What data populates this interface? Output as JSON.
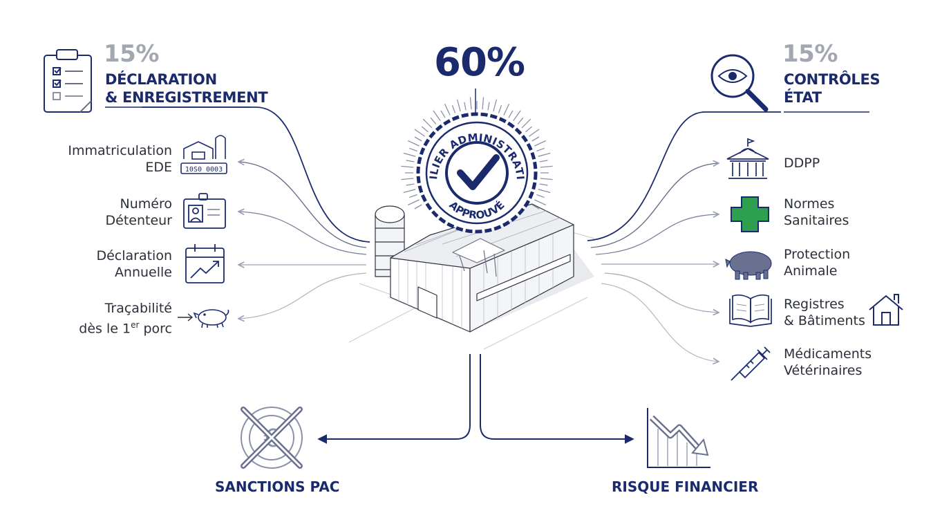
{
  "seal": {
    "percent": "60%",
    "top_text": "PILIER ADMINISTRATIF",
    "bottom_text": "APPROUVÉ"
  },
  "left": {
    "percent": "15%",
    "title_line1": "DÉCLARATION",
    "title_line2": "& ENREGISTREMENT",
    "items": [
      {
        "line1": "Immatriculation",
        "line2": "EDE",
        "icon": "farm-barn-icon",
        "badge": "10S0 0003"
      },
      {
        "line1": "Numéro",
        "line2": "Détenteur",
        "icon": "id-card-icon"
      },
      {
        "line1": "Déclaration",
        "line2": "Annuelle",
        "icon": "calendar-chart-icon"
      },
      {
        "line1": "Traçabilité",
        "line2_pre": "dès le 1",
        "line2_sup": "er",
        "line2_post": " porc",
        "icon": "pig-icon"
      }
    ]
  },
  "right": {
    "percent": "15%",
    "title_line1": "CONTRÔLES",
    "title_line2": "ÉTAT",
    "items": [
      {
        "line1": "DDPP",
        "line2": "",
        "icon": "government-building-icon"
      },
      {
        "line1": "Normes",
        "line2": "Sanitaires",
        "icon": "medical-cross-icon"
      },
      {
        "line1": "Protection",
        "line2": "Animale",
        "icon": "pig-icon"
      },
      {
        "line1": "Registres",
        "line2": "& Bâtiments",
        "icon": "book-icon"
      },
      {
        "line1": "Médicaments",
        "line2": "Vétérinaires",
        "icon": "syringe-icon"
      }
    ]
  },
  "outcomes": {
    "left": "SANCTIONS PAC",
    "right": "RISQUE FINANCIER"
  },
  "colors": {
    "navy": "#1a2a6c",
    "gray": "#a3a7b1",
    "green": "#2e9e4f",
    "line": "#9aa0b2"
  }
}
